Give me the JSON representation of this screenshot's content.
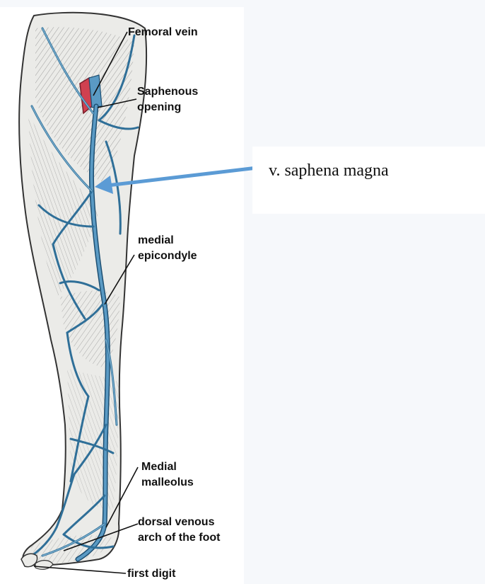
{
  "labels": {
    "femoral_vein": "Femoral vein",
    "saphenous_opening_1": "Saphenous",
    "saphenous_opening_2": "opening",
    "medial_epicondyle_1": "medial",
    "medial_epicondyle_2": "epicondyle",
    "medial_malleolus_1": "Medial",
    "medial_malleolus_2": "malleolus",
    "dorsal_arch_1": "dorsal venous",
    "dorsal_arch_2": "arch of the foot",
    "first_digit": "first digit"
  },
  "callout": {
    "text": "v. saphena magna"
  },
  "colors": {
    "vein": "#3f7fa6",
    "vein_dark": "#1d4f72",
    "arrow": "#5b9bd5",
    "artery": "#d04050",
    "skin": "#e9e9e6",
    "hatch": "#7d7d7d"
  }
}
